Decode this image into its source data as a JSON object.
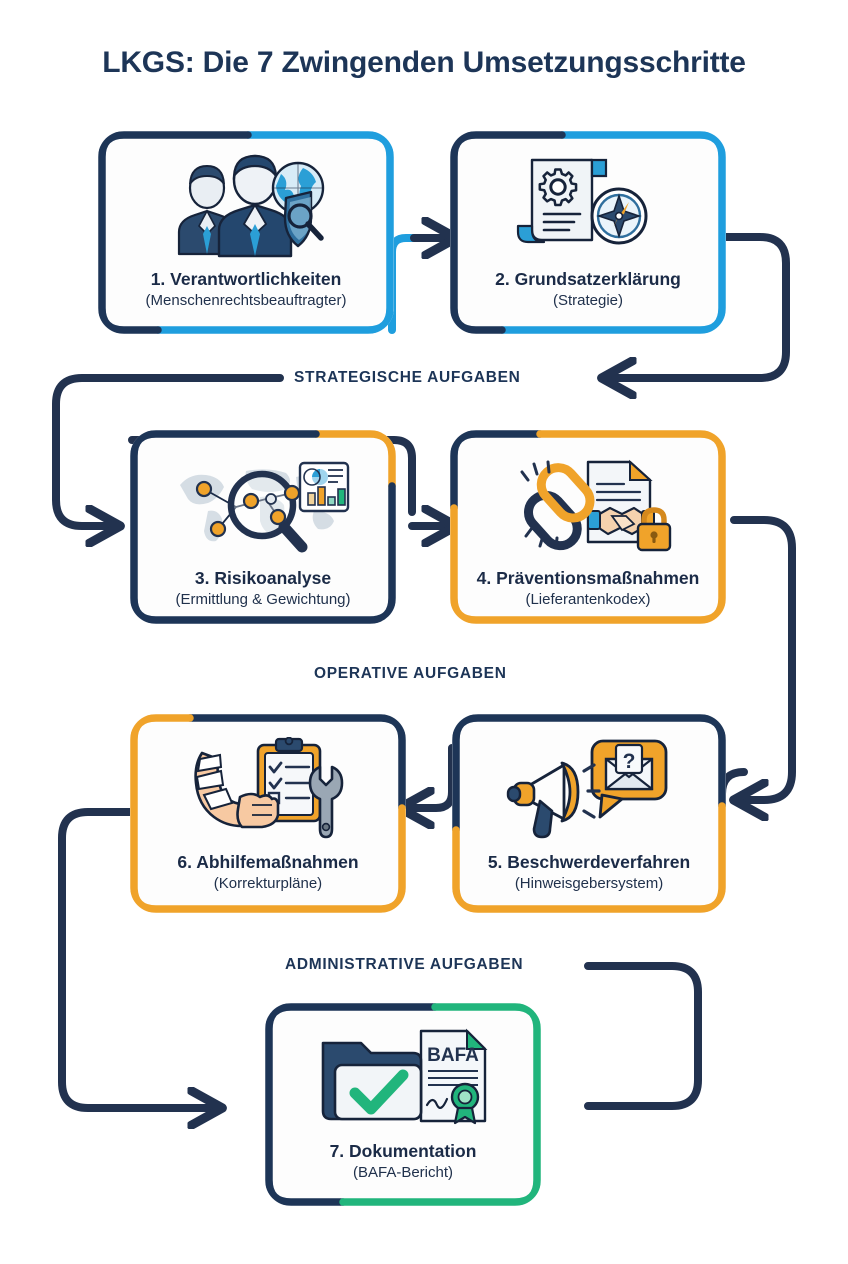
{
  "page": {
    "title": "LKGS: Die 7 Zwingenden Umsetzungsschritte",
    "background_color": "#ffffff"
  },
  "palette": {
    "navy": "#1d3557",
    "navy_dark": "#22324f",
    "blue": "#1f9ede",
    "orange": "#f0a32a",
    "green": "#21b57c",
    "text_dark": "#1b2b47"
  },
  "sections": [
    {
      "id": "strategic",
      "label": "STRATEGISCHE AUFGABEN"
    },
    {
      "id": "operative",
      "label": "OPERATIVE AUFGABEN"
    },
    {
      "id": "administrative",
      "label": "ADMINISTRATIVE AUFGABEN"
    }
  ],
  "steps": [
    {
      "number": "1.",
      "title": "1. Verantwortlichkeiten",
      "subtitle": "(Menschenrechtsbeauftragter)",
      "icon": "people-globe-shield-icon",
      "accent_color": "#1f9ede",
      "base_color": "#1d3557"
    },
    {
      "number": "2.",
      "title": "2. Grundsatzerklärung",
      "subtitle": "(Strategie)",
      "icon": "document-gear-compass-icon",
      "accent_color": "#1f9ede",
      "base_color": "#1d3557"
    },
    {
      "number": "3.",
      "title": "3. Risikoanalyse",
      "subtitle": "(Ermittlung & Gewichtung)",
      "icon": "world-map-magnifier-chart-icon",
      "accent_color": "#f0a32a",
      "base_color": "#1d3557"
    },
    {
      "number": "4.",
      "title": "4. Präventionsmaßnahmen",
      "subtitle": "(Lieferantenkodex)",
      "icon": "chain-handshake-lock-icon",
      "accent_color": "#f0a32a",
      "base_color": "#1d3557"
    },
    {
      "number": "5.",
      "title": "5. Beschwerdeverfahren",
      "subtitle": "(Hinweisgebersystem)",
      "icon": "megaphone-envelope-question-icon",
      "accent_color": "#f0a32a",
      "base_color": "#1d3557"
    },
    {
      "number": "6.",
      "title": "6. Abhilfemaßnahmen",
      "subtitle": "(Korrekturpläne)",
      "icon": "bandaged-arm-clipboard-wrench-icon",
      "accent_color": "#f0a32a",
      "base_color": "#1d3557"
    },
    {
      "number": "7.",
      "title": "7. Dokumentation",
      "subtitle": "(BAFA-Bericht)",
      "icon": "folder-check-bafa-certificate-icon",
      "accent_color": "#21b57c",
      "base_color": "#1d3557",
      "icon_label": "BAFA"
    }
  ],
  "flow": {
    "description": "Sequential process flow 1 to 7 with connecting arrows grouped into three task sections",
    "connector_color_primary": "#1d3557",
    "connector_color_secondary": "#1f9ede"
  }
}
